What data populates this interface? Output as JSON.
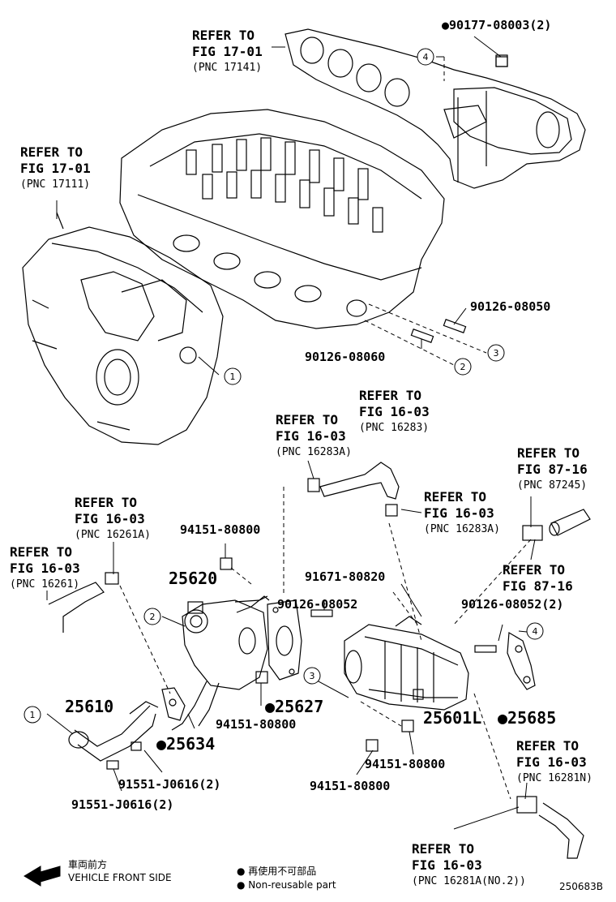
{
  "refs": {
    "r1": {
      "l1": "REFER TO",
      "l2": "FIG 17-01",
      "l3": "(PNC 17141)"
    },
    "r2": {
      "l1": "REFER TO",
      "l2": "FIG 17-01",
      "l3": "(PNC 17111)"
    },
    "r3": {
      "l1": "REFER TO",
      "l2": "FIG 16-03",
      "l3": "(PNC 16283)"
    },
    "r4": {
      "l1": "REFER TO",
      "l2": "FIG 16-03",
      "l3": "(PNC 16283A)"
    },
    "r5": {
      "l1": "REFER TO",
      "l2": "FIG 87-16",
      "l3": "(PNC 87245)"
    },
    "r6": {
      "l1": "REFER TO",
      "l2": "FIG 16-03",
      "l3": "(PNC 16283A)"
    },
    "r7": {
      "l1": "REFER TO",
      "l2": "FIG 16-03",
      "l3": "(PNC 16261A)"
    },
    "r8": {
      "l1": "REFER TO",
      "l2": "FIG 16-03",
      "l3": "(PNC 16261)"
    },
    "r9": {
      "l1": "REFER TO",
      "l2": "FIG 87-16"
    },
    "r10": {
      "l1": "REFER TO",
      "l2": "FIG 16-03",
      "l3": "(PNC 16281N)"
    },
    "r11": {
      "l1": "REFER TO",
      "l2": "FIG 16-03",
      "l3": "(PNC 16281A(NO.2))"
    }
  },
  "parts": {
    "p90177": "●90177-08003(2)",
    "p90126_08050": "90126-08050",
    "p90126_08060": "90126-08060",
    "p94151_a": "94151-80800",
    "p25620": "25620",
    "p91671": "91671-80820",
    "p90126_08052": "90126-08052",
    "p90126_08052_2": "90126-08052(2)",
    "p25627": "●25627",
    "p94151_b": "94151-80800",
    "p25601L": "25601L",
    "p25685": "●25685",
    "p25610": "25610",
    "p25634": "●25634",
    "p94151_c": "94151-80800",
    "p94151_d": "94151-80800",
    "p91551_a": "91551-J0616(2)",
    "p91551_b": "91551-J0616(2)"
  },
  "callouts": [
    "1",
    "2",
    "3",
    "4"
  ],
  "legend": {
    "front_jp": "車両前方",
    "front_en": "VEHICLE FRONT SIDE",
    "nonreuse_jp": "● 再使用不可部品",
    "nonreuse_en": "● Non-reusable part"
  },
  "figure_id": "250683B"
}
